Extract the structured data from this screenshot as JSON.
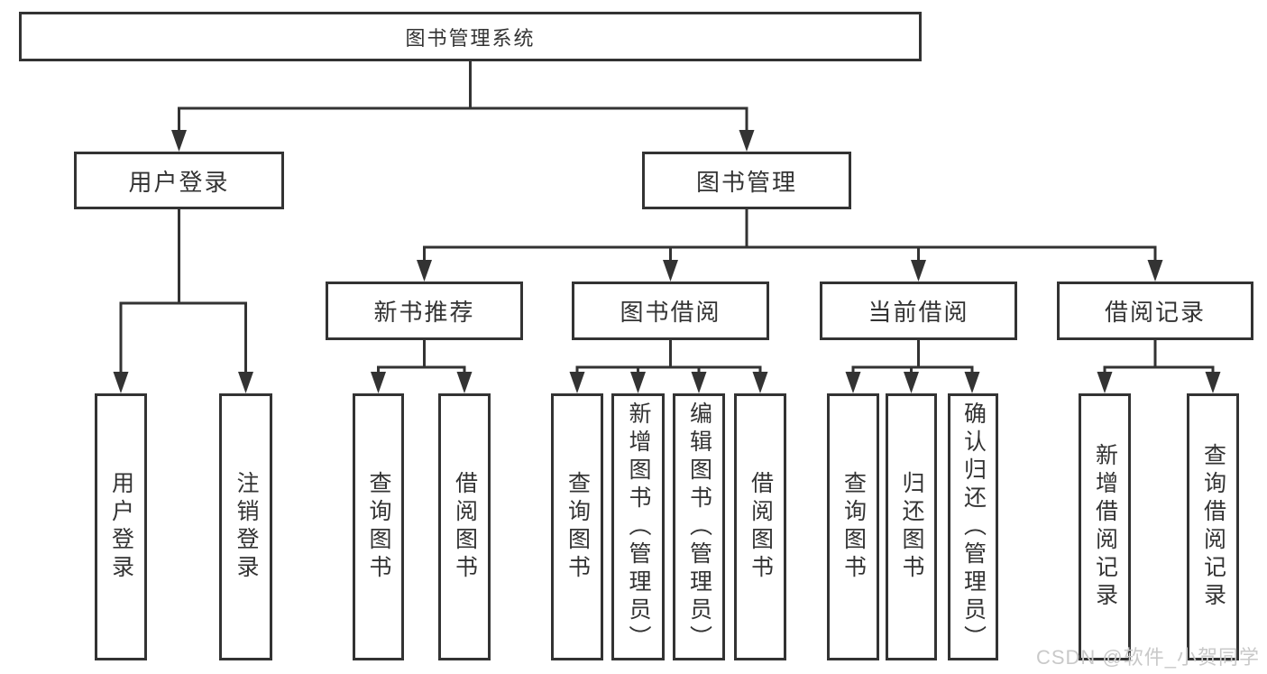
{
  "diagram": {
    "type": "hierarchy-tree",
    "nodes": {
      "root": "图书管理系统",
      "user_login": "用户登录",
      "book_mgmt": "图书管理",
      "new_book": "新书推荐",
      "book_borrow": "图书借阅",
      "current_borrow": "当前借阅",
      "borrow_record": "借阅记录"
    },
    "leaves": {
      "user_login": [
        "用户登录",
        "注销登录"
      ],
      "new_book": [
        "查询图书",
        "借阅图书"
      ],
      "book_borrow": [
        "查询图书",
        "新增图书（管理员）",
        "编辑图书（管理员）",
        "借阅图书"
      ],
      "current_borrow": [
        "查询图书",
        "归还图书",
        "确认归还（管理员）"
      ],
      "borrow_record": [
        "新增借阅记录",
        "查询借阅记录"
      ]
    },
    "edges": [
      [
        "图书管理系统",
        "用户登录"
      ],
      [
        "图书管理系统",
        "图书管理"
      ],
      [
        "用户登录",
        "用户登录(叶)"
      ],
      [
        "用户登录",
        "注销登录"
      ],
      [
        "图书管理",
        "新书推荐"
      ],
      [
        "图书管理",
        "图书借阅"
      ],
      [
        "图书管理",
        "当前借阅"
      ],
      [
        "图书管理",
        "借阅记录"
      ],
      [
        "新书推荐",
        "查询图书"
      ],
      [
        "新书推荐",
        "借阅图书"
      ],
      [
        "图书借阅",
        "查询图书"
      ],
      [
        "图书借阅",
        "新增图书（管理员）"
      ],
      [
        "图书借阅",
        "编辑图书（管理员）"
      ],
      [
        "图书借阅",
        "借阅图书"
      ],
      [
        "当前借阅",
        "查询图书"
      ],
      [
        "当前借阅",
        "归还图书"
      ],
      [
        "当前借阅",
        "确认归还（管理员）"
      ],
      [
        "借阅记录",
        "新增借阅记录"
      ],
      [
        "借阅记录",
        "查询借阅记录"
      ]
    ]
  },
  "watermark": "CSDN @软件_小贺同学",
  "colors": {
    "line": "#333333",
    "box_border": "#333333",
    "box_fill": "#ffffff",
    "text": "#333333",
    "background": "#ffffff",
    "watermark": "#c9c9c9"
  }
}
